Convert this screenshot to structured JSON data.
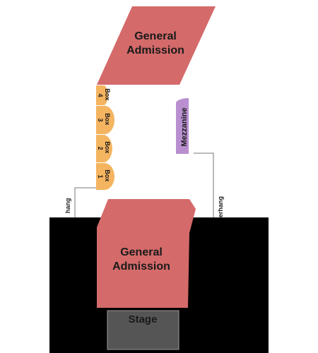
{
  "colors": {
    "general_admission": "#d46a6a",
    "box": "#f5b460",
    "mezzanine": "#b98fd0",
    "floor": "#000000",
    "stage": "#555555",
    "stage_border": "#9a9a9a",
    "connector": "#777777"
  },
  "sections": {
    "ga_upper": {
      "line1": "General",
      "line2": "Admission"
    },
    "ga_lower": {
      "line1": "General",
      "line2": "Admission"
    },
    "mezzanine": {
      "label": "Mezzanine"
    },
    "boxes": [
      {
        "word": "Box",
        "number": "4"
      },
      {
        "word": "Box",
        "number": "3"
      },
      {
        "word": "Box",
        "number": "2"
      },
      {
        "word": "Box",
        "number": "1"
      }
    ]
  },
  "stage": {
    "label": "Stage"
  },
  "overhang": {
    "left_fragment": "hang",
    "right_fragment": "erhang"
  }
}
